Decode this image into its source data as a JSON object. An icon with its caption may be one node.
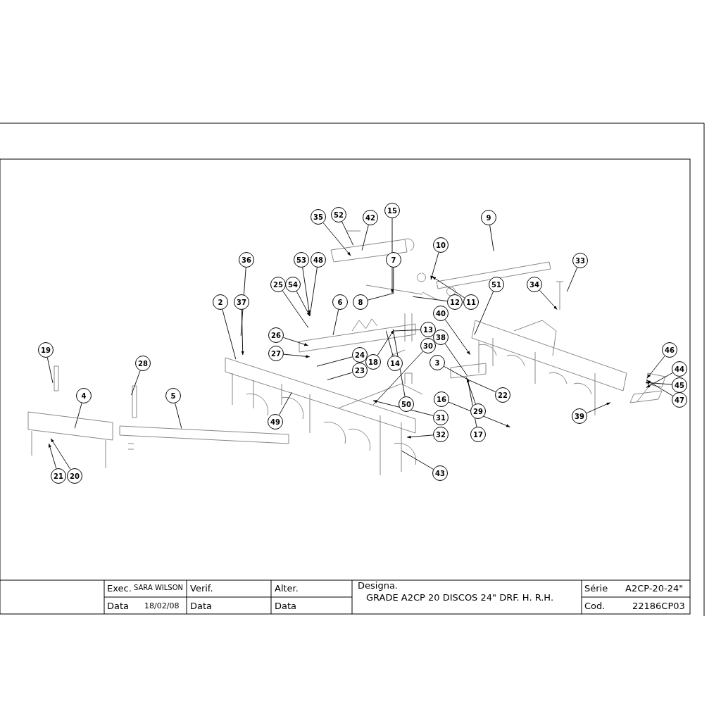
{
  "diagram": {
    "nodes": [
      {
        "text": [
          "35"
        ]
      },
      {
        "text": [
          "52"
        ]
      },
      {
        "text": [
          "42"
        ]
      },
      {
        "text": [
          "15"
        ]
      },
      {
        "text": [
          "9"
        ]
      },
      {
        "text": [
          "10"
        ]
      },
      {
        "text": [
          "7"
        ]
      },
      {
        "text": [
          "53"
        ]
      },
      {
        "text": [
          "48"
        ]
      },
      {
        "text": [
          "36"
        ]
      },
      {
        "text": [
          "25"
        ]
      },
      {
        "text": [
          "54"
        ]
      },
      {
        "text": [
          "6"
        ]
      },
      {
        "text": [
          "8"
        ]
      },
      {
        "text": [
          "12"
        ]
      },
      {
        "text": [
          "11"
        ]
      },
      {
        "text": [
          "33"
        ]
      },
      {
        "text": [
          "34"
        ]
      },
      {
        "text": [
          "51"
        ]
      },
      {
        "text": [
          "2"
        ]
      },
      {
        "text": [
          "37"
        ]
      },
      {
        "text": [
          "40"
        ]
      },
      {
        "text": [
          "26"
        ]
      },
      {
        "text": [
          "27"
        ]
      },
      {
        "text": [
          "24"
        ]
      },
      {
        "text": [
          "13"
        ]
      },
      {
        "text": [
          "38"
        ]
      },
      {
        "text": [
          "30"
        ]
      },
      {
        "text": [
          "18"
        ]
      },
      {
        "text": [
          "14"
        ]
      },
      {
        "text": [
          "23"
        ]
      },
      {
        "text": [
          "19"
        ]
      },
      {
        "text": [
          "28"
        ]
      },
      {
        "text": [
          "3"
        ]
      },
      {
        "text": [
          "46"
        ]
      },
      {
        "text": [
          "44"
        ]
      },
      {
        "text": [
          "45"
        ]
      },
      {
        "text": [
          "47"
        ]
      },
      {
        "text": [
          "22"
        ]
      },
      {
        "text": [
          "16"
        ]
      },
      {
        "text": [
          "29"
        ]
      },
      {
        "text": [
          "5"
        ]
      },
      {
        "text": [
          "4"
        ]
      },
      {
        "text": [
          "49"
        ]
      },
      {
        "text": [
          "50"
        ]
      },
      {
        "text": [
          "31"
        ]
      },
      {
        "text": [
          "32"
        ]
      },
      {
        "text": [
          "17"
        ]
      },
      {
        "text": [
          "39"
        ]
      },
      {
        "text": [
          "21"
        ]
      },
      {
        "text": [
          "20"
        ]
      },
      {
        "text": [
          "43"
        ]
      }
    ],
    "edges": [
      {
        "from": 0,
        "to": null,
        "arrow": "to"
      },
      {
        "from": 1,
        "to": null,
        "arrow": "none"
      },
      {
        "from": 2,
        "to": null,
        "arrow": "none"
      },
      {
        "from": 3,
        "to": null,
        "arrow": "to"
      },
      {
        "from": 4,
        "to": null,
        "arrow": "none"
      },
      {
        "from": 5,
        "to": null,
        "arrow": "to"
      },
      {
        "from": 6,
        "to": null,
        "arrow": "none"
      },
      {
        "from": 7,
        "to": null,
        "arrow": "to"
      },
      {
        "from": 8,
        "to": null,
        "arrow": "none"
      },
      {
        "from": 9,
        "to": null,
        "arrow": "none"
      },
      {
        "from": 10,
        "to": null,
        "arrow": "none"
      },
      {
        "from": 11,
        "to": null,
        "arrow": "to"
      },
      {
        "from": 12,
        "to": null,
        "arrow": "none"
      },
      {
        "from": 13,
        "to": null,
        "arrow": "none"
      },
      {
        "from": 14,
        "to": null,
        "arrow": "none"
      },
      {
        "from": 15,
        "to": null,
        "arrow": "to"
      },
      {
        "from": 16,
        "to": null,
        "arrow": "none"
      },
      {
        "from": 17,
        "to": null,
        "arrow": "to"
      },
      {
        "from": 18,
        "to": null,
        "arrow": "none"
      },
      {
        "from": 19,
        "to": null,
        "arrow": "none"
      },
      {
        "from": 20,
        "to": null,
        "arrow": "to"
      },
      {
        "from": 21,
        "to": null,
        "arrow": "to"
      },
      {
        "from": 22,
        "to": null,
        "arrow": "to"
      },
      {
        "from": 23,
        "to": null,
        "arrow": "to"
      },
      {
        "from": 24,
        "to": null,
        "arrow": "none"
      },
      {
        "from": 25,
        "to": null,
        "arrow": "none"
      },
      {
        "from": 26,
        "to": null,
        "arrow": "none"
      },
      {
        "from": 27,
        "to": null,
        "arrow": "none"
      },
      {
        "from": 28,
        "to": null,
        "arrow": "to"
      },
      {
        "from": 29,
        "to": null,
        "arrow": "none"
      },
      {
        "from": 30,
        "to": null,
        "arrow": "none"
      },
      {
        "from": 31,
        "to": null,
        "arrow": "none"
      },
      {
        "from": 32,
        "to": null,
        "arrow": "none"
      },
      {
        "from": 33,
        "to": null,
        "arrow": "none"
      },
      {
        "from": 34,
        "to": null,
        "arrow": "to"
      },
      {
        "from": 35,
        "to": null,
        "arrow": "to"
      },
      {
        "from": 36,
        "to": null,
        "arrow": "to"
      },
      {
        "from": 37,
        "to": null,
        "arrow": "to"
      },
      {
        "from": 38,
        "to": null,
        "arrow": "none"
      },
      {
        "from": 39,
        "to": null,
        "arrow": "to"
      },
      {
        "from": 40,
        "to": null,
        "arrow": "none"
      },
      {
        "from": 41,
        "to": null,
        "arrow": "none"
      },
      {
        "from": 42,
        "to": null,
        "arrow": "none"
      },
      {
        "from": 43,
        "to": null,
        "arrow": "none"
      },
      {
        "from": 44,
        "to": null,
        "arrow": "none"
      },
      {
        "from": 45,
        "to": null,
        "arrow": "to"
      },
      {
        "from": 46,
        "to": null,
        "arrow": "to"
      },
      {
        "from": 47,
        "to": null,
        "arrow": "to"
      },
      {
        "from": 48,
        "to": null,
        "arrow": "to"
      },
      {
        "from": 49,
        "to": null,
        "arrow": "to"
      },
      {
        "from": 50,
        "to": null,
        "arrow": "to"
      },
      {
        "from": 51,
        "to": null,
        "arrow": "none"
      }
    ],
    "labels": [
      "Exec.",
      "SARA WILSON",
      "Verif.",
      "Alter.",
      "Designa.",
      "Série",
      "A2CP-20-24\"",
      "Data",
      "18/02/08",
      "Data",
      "Data",
      "GRADE A2CP 20 DISCOS 24\" DRF. H. R.H.",
      "Cod.",
      "22186CP03"
    ]
  }
}
